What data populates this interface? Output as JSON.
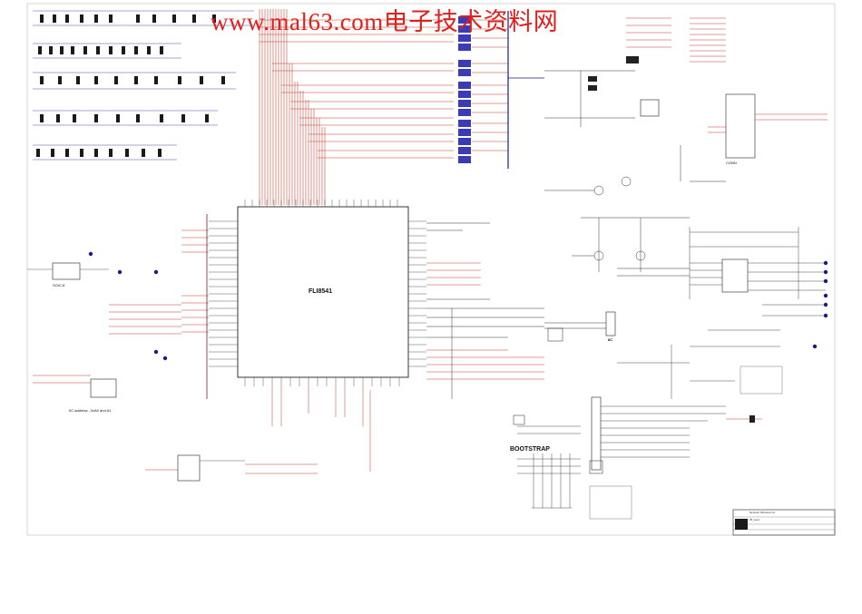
{
  "watermark": "www.mal63.com电子技术资料网",
  "main_chip": {
    "part": "FLI8541"
  },
  "labels": {
    "bootstrap": "BOOTSTRAP",
    "iic_address": "IIC address : 0xA0 and A1",
    "socket": "SOIC-8",
    "connector": "CONN",
    "title_block_company": "Network Wireless Inc.",
    "title_block_project": "IB_Genx",
    "unit_label": "IIC"
  }
}
